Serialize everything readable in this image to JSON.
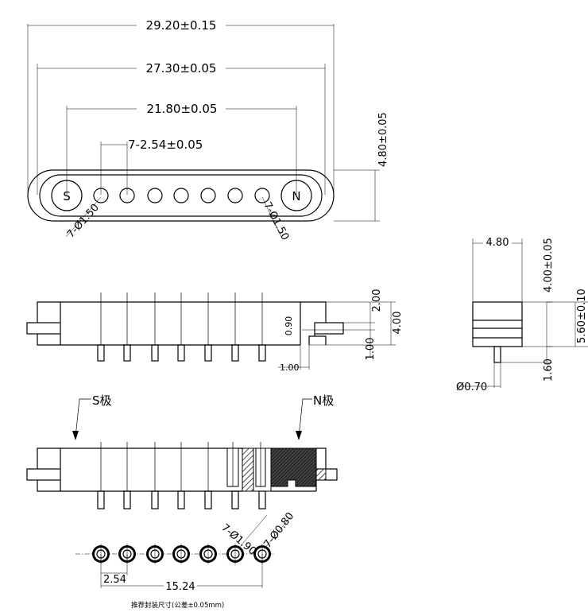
{
  "top_view": {
    "dim_overall": "29.20±0.15",
    "dim_outer_holes": "27.30±0.05",
    "dim_center_span": "21.80±0.05",
    "dim_pitch": "7-2.54±0.05",
    "dim_height": "4.80±0.05",
    "dim_pin_dia_left": "7-Ø1.50",
    "dim_pin_dia_right": "7-Ø1.50",
    "magnet_s": "S",
    "magnet_n": "N"
  },
  "front_view": {
    "dim_2_00": "2.00",
    "dim_0_90": "0.90",
    "dim_4_00": "4.00",
    "dim_1_00_v": "1.00",
    "dim_1_00_h": "1.00"
  },
  "side_view": {
    "dim_width": "4.80",
    "dim_body": "4.00±0.05",
    "dim_total": "5.60±0.10",
    "dim_pin_len": "1.60",
    "dim_pin_dia": "Ø0.70"
  },
  "section_view": {
    "label_s": "S极",
    "label_n": "N极"
  },
  "footprint": {
    "dim_hole_outer": "7-Ø1.90",
    "dim_hole_inner": "7-Ø0.80",
    "dim_pitch": "2.54",
    "dim_span": "15.24",
    "note": "推荐封装尺寸(公差±0.05mm)"
  }
}
